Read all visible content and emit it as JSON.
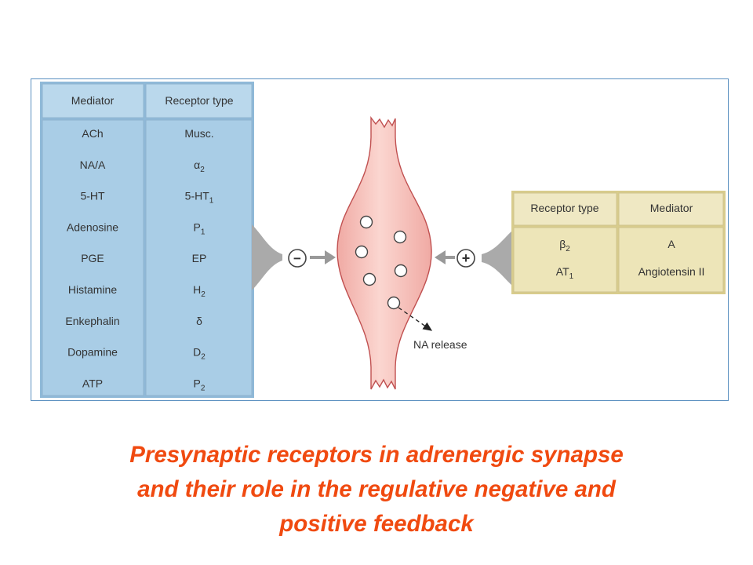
{
  "left_table": {
    "headers": [
      "Mediator",
      "Receptor type"
    ],
    "rows": [
      {
        "mediator": "ACh",
        "receptor": "Musc.",
        "receptor_sub": ""
      },
      {
        "mediator": "NA/A",
        "receptor": "α",
        "receptor_sub": "2"
      },
      {
        "mediator": "5-HT",
        "receptor": "5-HT",
        "receptor_sub": "1"
      },
      {
        "mediator": "Adenosine",
        "receptor": "P",
        "receptor_sub": "1"
      },
      {
        "mediator": "PGE",
        "receptor": "EP",
        "receptor_sub": ""
      },
      {
        "mediator": "Histamine",
        "receptor": "H",
        "receptor_sub": "2"
      },
      {
        "mediator": "Enkephalin",
        "receptor": "δ",
        "receptor_sub": ""
      },
      {
        "mediator": "Dopamine",
        "receptor": "D",
        "receptor_sub": "2"
      },
      {
        "mediator": "ATP",
        "receptor": "P",
        "receptor_sub": "2"
      }
    ]
  },
  "right_table": {
    "headers": [
      "Receptor type",
      "Mediator"
    ],
    "rows": [
      {
        "receptor": "β",
        "receptor_sub": "2",
        "mediator": "A"
      },
      {
        "receptor": "AT",
        "receptor_sub": "1",
        "mediator": "Angiotensin II"
      }
    ]
  },
  "symbols": {
    "negative": "−",
    "positive": "+"
  },
  "release_label": "NA release",
  "caption": {
    "line1": "Presynaptic receptors in adrenergic synapse",
    "line2": "and their role in the regulative negative and",
    "line3": "positive feedback"
  },
  "colors": {
    "blue_cell": "#a9cde6",
    "blue_header": "#bad8ec",
    "tan_cell": "#ede5b8",
    "tan_header": "#efe8c3",
    "terminal": "#f6c3bd",
    "terminal_stroke": "#c05050",
    "caption": "#f04a10",
    "wedge": "#aaaaaa"
  }
}
